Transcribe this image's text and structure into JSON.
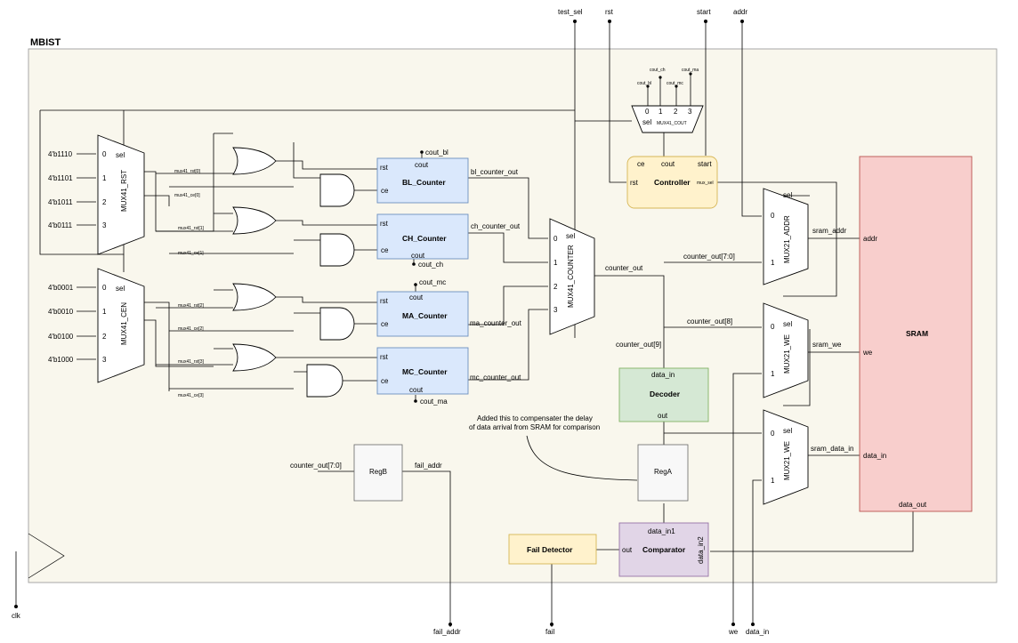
{
  "title": "MBIST",
  "top_inputs": {
    "test_sel": "test_sel",
    "rst": "rst",
    "start": "start",
    "addr": "addr"
  },
  "bottom_outputs": {
    "clk": "clk",
    "fail_addr": "fail_addr",
    "fail": "fail",
    "we": "we",
    "data_in": "data_in"
  },
  "mux_rst": {
    "name": "MUX41_RST",
    "sel": "sel",
    "inputs": [
      "4'b1110",
      "4'b1101",
      "4'b1011",
      "4'b0111"
    ],
    "ports": [
      "0",
      "1",
      "2",
      "3"
    ]
  },
  "mux_cen": {
    "name": "MUX41_CEN",
    "sel": "sel",
    "inputs": [
      "4'b0001",
      "4'b0010",
      "4'b0100",
      "4'b1000"
    ],
    "ports": [
      "0",
      "1",
      "2",
      "3"
    ]
  },
  "mux_signals": {
    "rst0": "mux41_rst[0]",
    "ce0": "mux41_ce[0]",
    "rst1": "mux41_rst[1]",
    "ce1": "mux41_ce[1]",
    "rst2": "mux41_rst[2]",
    "ce2": "mux41_ce[2]",
    "rst3": "mux41_rst[3]",
    "ce3": "mux41_ce[3]"
  },
  "counters": [
    {
      "name": "BL_Counter",
      "rst": "rst",
      "ce": "ce",
      "cout": "cout",
      "cout_net": "cout_bl",
      "out": "bl_counter_out"
    },
    {
      "name": "CH_Counter",
      "rst": "rst",
      "ce": "ce",
      "cout": "cout",
      "cout_net": "cout_ch",
      "out": "ch_counter_out"
    },
    {
      "name": "MA_Counter",
      "rst": "rst",
      "ce": "ce",
      "cout": "cout",
      "cout_net": "cout_mc",
      "out": "ma_counter_out"
    },
    {
      "name": "MC_Counter",
      "rst": "rst",
      "ce": "ce",
      "cout": "cout",
      "cout_net": "cout_ma",
      "out": "mc_counter_out"
    }
  ],
  "mux_counter": {
    "name": "MUX41_COUNTER",
    "sel": "sel",
    "ports": [
      "0",
      "1",
      "2",
      "3"
    ],
    "out": "counter_out"
  },
  "mux_cout": {
    "name": "MUX41_COUT",
    "sel": "sel",
    "ports": [
      "0",
      "1",
      "2",
      "3"
    ],
    "inputs": [
      "cout_bl",
      "cout_ch",
      "cout_mc",
      "cout_ma"
    ]
  },
  "controller": {
    "name": "Controller",
    "ce": "ce",
    "cout": "cout",
    "start": "start",
    "rst": "rst",
    "mux_sel": "mux_sel"
  },
  "mux_addr": {
    "name": "MUX21_ADDR",
    "sel": "sel",
    "p0": "0",
    "p1": "1",
    "out": "sram_addr",
    "in1": "counter_out[7:0]"
  },
  "mux_we": {
    "name": "MUX21_WE",
    "sel": "sel",
    "p0": "0",
    "p1": "1",
    "out": "sram_we",
    "in0": "counter_out[8]"
  },
  "mux_din": {
    "name": "MUX21_WE",
    "sel": "sel",
    "p0": "0",
    "p1": "1",
    "out": "sram_data_in"
  },
  "decoder": {
    "name": "Decoder",
    "data_in": "data_in",
    "out": "out",
    "in_net": "counter_out[9]"
  },
  "sram": {
    "name": "SRAM",
    "addr": "addr",
    "we": "we",
    "data_in": "data_in",
    "data_out": "data_out"
  },
  "note": [
    "Added this  to compensater the delay",
    "of data arrival from SRAM for comparison"
  ],
  "rega": {
    "name": "RegA"
  },
  "regb": {
    "name": "RegB",
    "in": "counter_out[7:0]",
    "out": "fail_addr"
  },
  "comparator": {
    "name": "Comparator",
    "data_in1": "data_in1",
    "data_in2": "data_in2",
    "out": "out"
  },
  "fail_detector": {
    "name": "Fail Detector"
  }
}
